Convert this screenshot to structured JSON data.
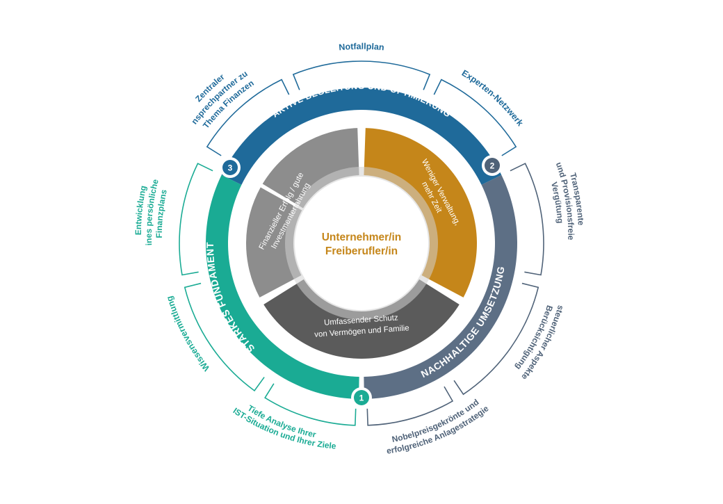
{
  "center": {
    "line1": "Unternehmer/in",
    "line2": "Freiberufler/in"
  },
  "segments": {
    "gray": {
      "line1": "Finanzieller Erfolg / gute",
      "line2": "Investmenterfahrung"
    },
    "gold": {
      "line1": "Weniger Verwaltung,",
      "line2": "mehr Zeit"
    },
    "dark": {
      "line1": "Umfassender Schutz",
      "line2": "von Vermögen und Familie"
    }
  },
  "phases": {
    "blue": {
      "label": "AKTIVE BEGLEITUNG UND OPTIMIERUNG",
      "number": "3"
    },
    "slate": {
      "label": "NACHHALTIGE UMSETZUNG",
      "number": "2"
    },
    "teal": {
      "label": "STARKES FUNDAMENT",
      "number": "1"
    }
  },
  "outer": {
    "notfall": "Notfallplan",
    "experten": "Experten-Netzwerk",
    "transparent": [
      "Transparente",
      "und Provisionsfreie",
      "Vergütung"
    ],
    "steuer": [
      "Berücksichtigung",
      "steuerlicher Aspekte"
    ],
    "nobel": [
      "Nobelpreisgekrönte und",
      "erfolgreiche Anlagestrategie"
    ],
    "tiefe": [
      "Tiefe Analyse Ihrer",
      "IST-Situation und Ihrer Ziele"
    ],
    "wissen": "Wissensvermittlung",
    "entwicklung": [
      "Entwicklung",
      "eines persönlichen",
      "Finanzplans"
    ],
    "zentral": [
      "Zentraler",
      "Ansprechpartner zum",
      "Thema Finanzen"
    ]
  },
  "colors": {
    "blue": "#1f6a9a",
    "slate": "#5d6f85",
    "teal": "#1aab94",
    "gold": "#c5861a",
    "lightGray": "#8d8d8d",
    "darkGray": "#5b5b5b",
    "tealText": "#1aab94",
    "blueText": "#1f6a9a",
    "slateText": "#4f6278"
  }
}
